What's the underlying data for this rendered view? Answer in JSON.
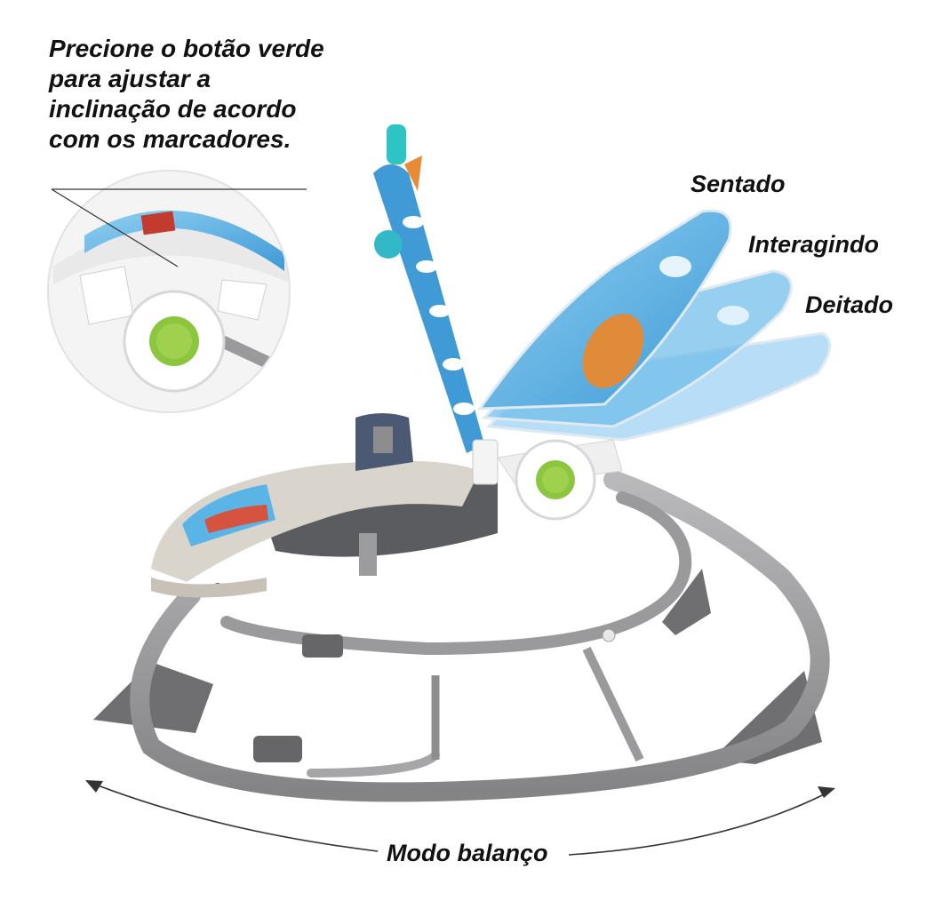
{
  "callout": {
    "instruction_text": "Precione o botão verde para ajustar a inclinação de acordo com os marcadores."
  },
  "positions": {
    "sentado": "Sentado",
    "interagindo": "Interagindo",
    "deitado": "Deitado"
  },
  "mode": {
    "label": "Modo balanço"
  },
  "colors": {
    "fabric_blue": "#5ab4e6",
    "frame_gray": "#8e8e90",
    "base_dark": "#6f6f72",
    "minky_beige": "#d9d4cc",
    "seat_gray": "#5b5c60",
    "button_green": "#8cc63f",
    "text": "#111111"
  }
}
